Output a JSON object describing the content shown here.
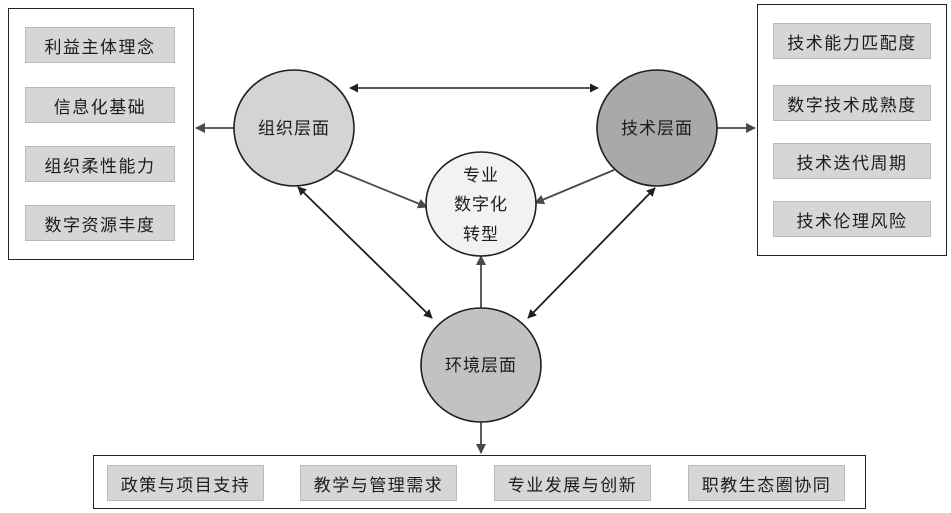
{
  "nodes": {
    "org": "组织层面",
    "tech": "技术层面",
    "env": "环境层面",
    "center_lines": [
      "专业",
      "数字化",
      "转型"
    ]
  },
  "left_panel": {
    "items": [
      "利益主体理念",
      "信息化基础",
      "组织柔性能力",
      "数字资源丰度"
    ]
  },
  "right_panel": {
    "items": [
      "技术能力匹配度",
      "数字技术成熟度",
      "技术迭代周期",
      "技术伦理风险"
    ]
  },
  "bottom_panel": {
    "items": [
      "政策与项目支持",
      "教学与管理需求",
      "专业发展与创新",
      "职教生态圈协同"
    ]
  },
  "colors": {
    "org_fill": "#d4d4d4",
    "tech_fill": "#a9a9a9",
    "env_fill": "#c2c2c2",
    "center_fill": "#f2f2f2",
    "tag_fill": "#d6d6d6"
  }
}
